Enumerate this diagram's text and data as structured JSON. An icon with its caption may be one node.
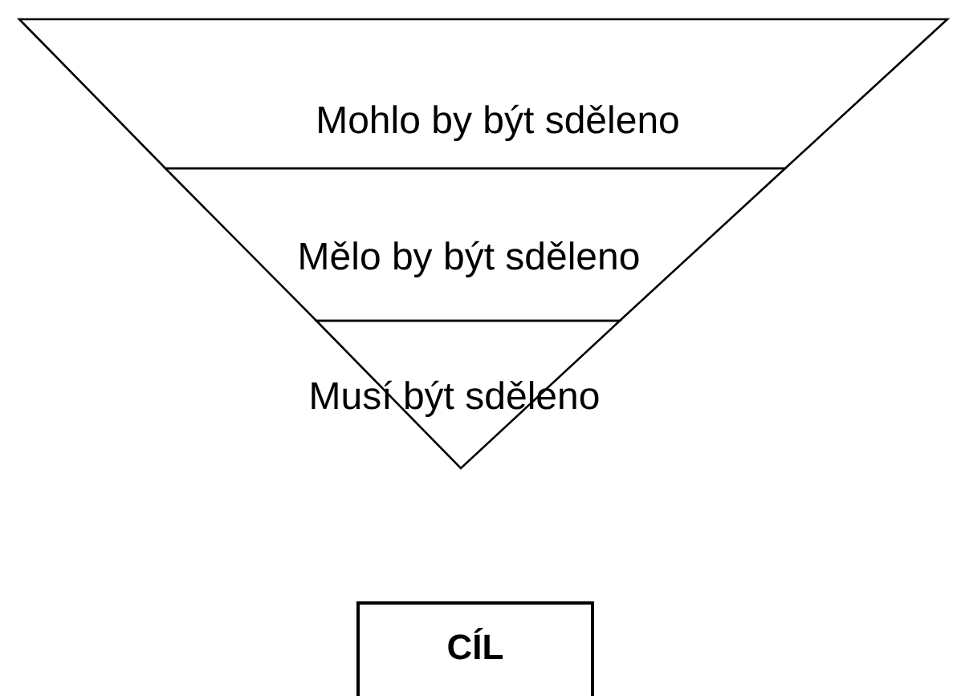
{
  "diagram": {
    "nodes": [
      {
        "text": [
          "Mohlo by být sděleno"
        ]
      },
      {
        "text": [
          "Mělo by být sděleno"
        ]
      },
      {
        "text": [
          "Musí být sděleno"
        ]
      },
      {
        "text": [
          "CÍL"
        ]
      }
    ]
  }
}
